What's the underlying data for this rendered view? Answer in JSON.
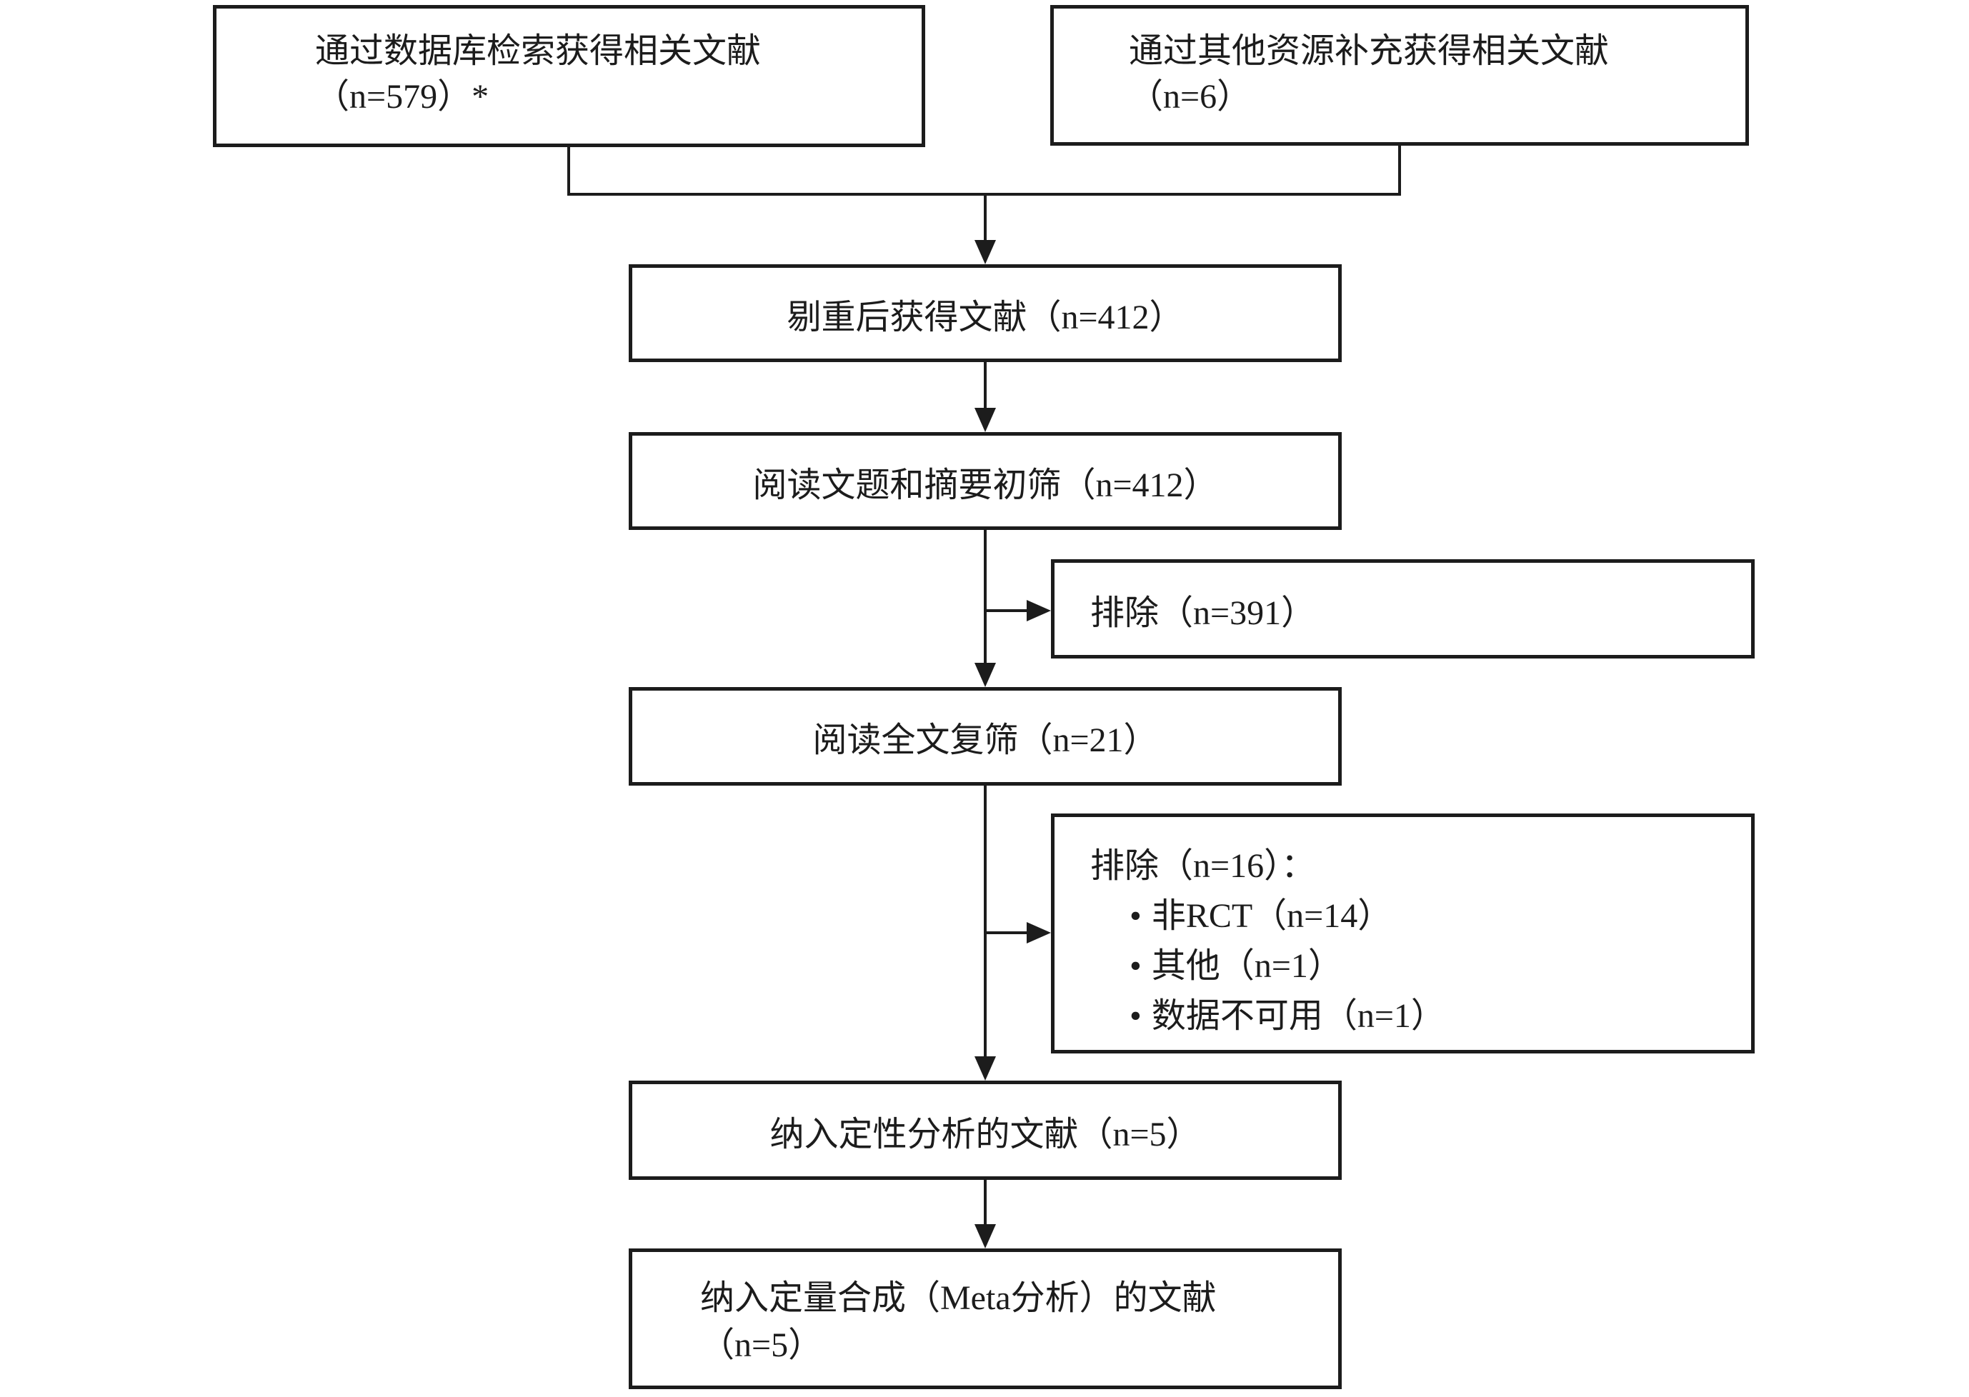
{
  "colors": {
    "line": "#1c1c1c",
    "background": "#ffffff"
  },
  "boxes": {
    "database_search": {
      "line1": "通过数据库检索获得相关文献",
      "line2": "（n=579）*"
    },
    "other_sources": {
      "line1": "通过其他资源补充获得相关文献",
      "line2": "（n=6）"
    },
    "deduplicated": {
      "label": "剔重后获得文献（n=412）"
    },
    "title_abstract_screening": {
      "label": "阅读文题和摘要初筛（n=412）"
    },
    "excluded_screening": {
      "label": "排除（n=391）"
    },
    "fulltext_screening": {
      "label": "阅读全文复筛（n=21）"
    },
    "excluded_fulltext": {
      "title": "排除（n=16）：",
      "items": [
        {
          "bullet": "•",
          "label": "非RCT（n=14）"
        },
        {
          "bullet": "•",
          "label": "其他（n=1）"
        },
        {
          "bullet": "•",
          "label": "数据不可用（n=1）"
        }
      ]
    },
    "qualitative_included": {
      "label": "纳入定性分析的文献（n=5）"
    },
    "quantitative_included": {
      "line1": "纳入定量合成（Meta分析）的文献",
      "line2": "（n=5）"
    }
  }
}
